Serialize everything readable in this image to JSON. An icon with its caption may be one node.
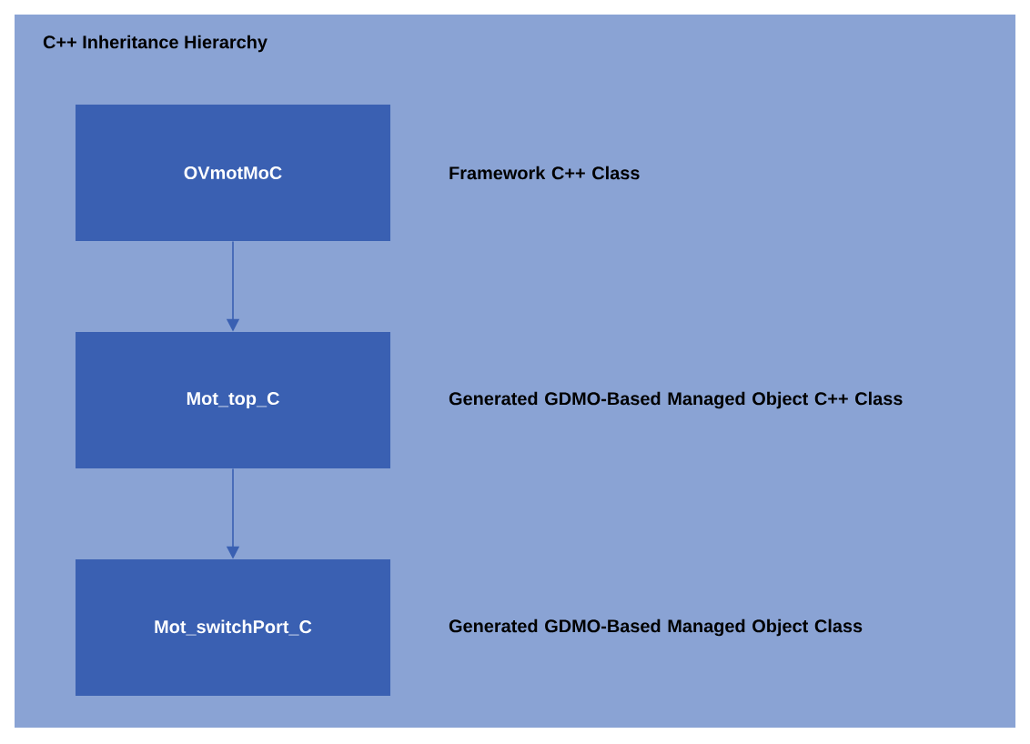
{
  "diagram": {
    "title": "C++ Inheritance Hierarchy",
    "nodes": [
      {
        "text": [
          "OVmotMoC"
        ],
        "beside": [
          "Framework C++ Class"
        ]
      },
      {
        "text": [
          "Mot_top_C"
        ],
        "beside": [
          "Generated GDMO-Based Managed Object C++ Class"
        ]
      },
      {
        "text": [
          "Mot_switchPort_C"
        ],
        "beside": [
          "Generated GDMO-Based Managed Object Class"
        ]
      }
    ],
    "edges": [
      {
        "from": 0,
        "to": 1,
        "arrow": "to"
      },
      {
        "from": 1,
        "to": 2,
        "arrow": "to"
      }
    ]
  }
}
